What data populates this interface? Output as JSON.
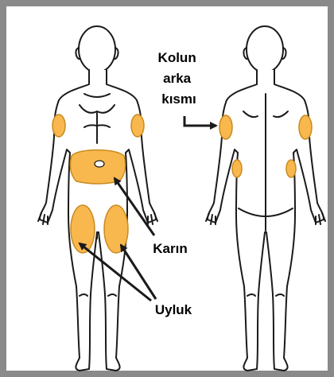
{
  "labels": {
    "back_of_arm": [
      "Kolun",
      "arka",
      "kısmı"
    ],
    "abdomen": "Karın",
    "thigh": "Uyluk"
  },
  "colors": {
    "frame": "#8a8a8a",
    "zone_fill": "#f8b84e",
    "zone_stroke": "#c98a1e",
    "outline": "#1a1a1a",
    "arrow": "#1a1a1a",
    "background": "#ffffff"
  }
}
